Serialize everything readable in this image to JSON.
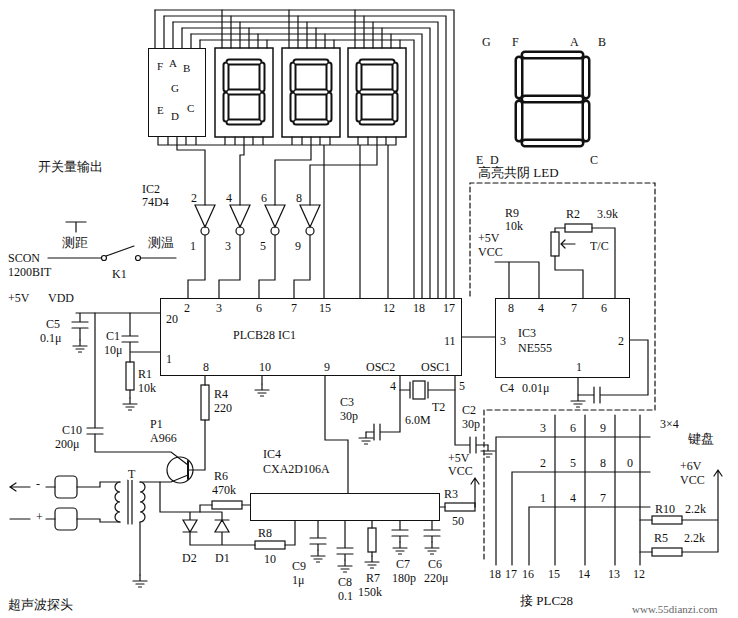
{
  "diagram": {
    "nodes": [
      {
        "text": [
          "F",
          "A",
          "B",
          "G",
          "E",
          "D",
          "C"
        ]
      },
      {
        "text": [
          "PLCB28 IC1",
          "2",
          "3",
          "6",
          "7",
          "15",
          "12",
          "18",
          "17",
          "20",
          "1",
          "11",
          "8",
          "10",
          "9",
          "OSC2",
          "OSC1"
        ]
      },
      {
        "text": [
          "IC3",
          "NE555",
          "8",
          "4",
          "7",
          "6",
          "3",
          "2",
          "1"
        ]
      },
      {
        "text": [
          "IC4",
          "CXA2D106A"
        ]
      }
    ],
    "edges": [
      {
        "from": 1,
        "to": 2,
        "arrow": "none"
      }
    ],
    "labels": [
      "开关量输出",
      "IC2",
      "74D4",
      "2",
      "4",
      "6",
      "8",
      "1",
      "3",
      "5",
      "9",
      "测距",
      "测温",
      "SCON",
      "1200BIT",
      "K1",
      "+5V",
      "VDD",
      "C5",
      "0.1μ",
      "C1",
      "10μ",
      "R1",
      "10k",
      "C10",
      "200μ",
      "P1",
      "A966",
      "T",
      "-",
      "+",
      "超声波探头",
      "R4",
      "220",
      "R6",
      "470k",
      "D2",
      "D1",
      "R8",
      "10",
      "C9",
      "1μ",
      "C8",
      "0.1",
      "R7",
      "150k",
      "C7",
      "180p",
      "C6",
      "220μ",
      "R3",
      "50",
      "+5V",
      "VCC",
      "C3",
      "30p",
      "4",
      "5",
      "T2",
      "6.0M",
      "C2",
      "30p",
      "C4",
      "0.01μ",
      "R9",
      "10k",
      "R2",
      "3.9k",
      "+5V",
      "VCC",
      "T/C",
      "高亮共阴 LED",
      "G",
      "F",
      "A",
      "B",
      "E",
      "D",
      "C",
      "3",
      "6",
      "9",
      "2",
      "5",
      "8",
      "0",
      "1",
      "4",
      "7",
      "3×4",
      "键盘",
      "+6V",
      "VCC",
      "R10",
      "2.2k",
      "R5",
      "2.2k",
      "18",
      "17",
      "16",
      "15",
      "14",
      "13",
      "12",
      "接 PLC28",
      "www.55dianzi.com"
    ]
  }
}
